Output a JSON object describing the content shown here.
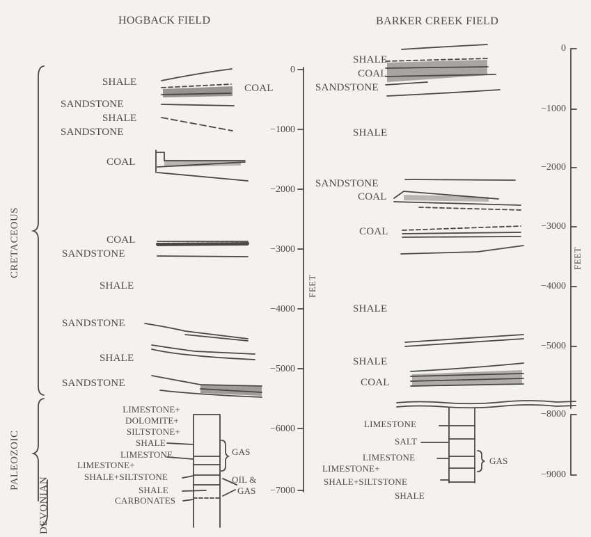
{
  "fields": {
    "left": {
      "title": "HOGBACK FIELD",
      "axis_ticks": [
        "0",
        "−1000",
        "−2000",
        "−3000",
        "−4000",
        "−5000",
        "−6000",
        "−7000"
      ],
      "axis_unit": "FEET",
      "strata_labels": {
        "shale_1": "SHALE",
        "coal_1": "COAL",
        "sandstone_1": "SANDSTONE",
        "shale_2": "SHALE",
        "sandstone_2": "SANDSTONE",
        "coal_2": "COAL",
        "coal_3": "COAL",
        "sandstone_3": "SANDSTONE",
        "shale_3": "SHALE",
        "sandstone_4": "SANDSTONE",
        "shale_4": "SHALE",
        "sandstone_5": "SANDSTONE"
      },
      "paleozoic_labels": {
        "l1": "LIMESTONE+",
        "l2": "DOLOMITE+",
        "l3": "SILTSTONE+",
        "l4": "SHALE",
        "l5": "LIMESTONE",
        "l6": "LIMESTONE+",
        "l7": "SHALE+SILTSTONE",
        "l8": "SHALE",
        "l9": "CARBONATES"
      },
      "gas_label": "GAS",
      "oil_gas_label_1": "OIL &",
      "oil_gas_label_2": "GAS"
    },
    "right": {
      "title": "BARKER CREEK FIELD",
      "axis_ticks": [
        "0",
        "−1000",
        "−2000",
        "−3000",
        "−4000",
        "−5000",
        "−8000",
        "−9000"
      ],
      "axis_unit": "FEET",
      "strata_labels": {
        "shale_1": "SHALE",
        "coal_1": "COAL",
        "sandstone_1": "SANDSTONE",
        "shale_2": "SHALE",
        "sandstone_2": "SANDSTONE",
        "coal_2": "COAL",
        "coal_3": "COAL",
        "shale_3": "SHALE",
        "shale_4": "SHALE",
        "coal_4": "COAL"
      },
      "paleozoic_labels": {
        "l1": "LIMESTONE",
        "l2": "SALT",
        "l3": "LIMESTONE",
        "l4": "LIMESTONE+",
        "l5": "SHALE+SILTSTONE",
        "l6": "SHALE"
      },
      "gas_label": "GAS"
    }
  },
  "periods": {
    "cretaceous": "CRETACEOUS",
    "paleozoic": "PALEOZOIC",
    "devonian": "DEVONIAN"
  },
  "colors": {
    "background": "#f3f2ef",
    "ink": "#4a4744"
  }
}
